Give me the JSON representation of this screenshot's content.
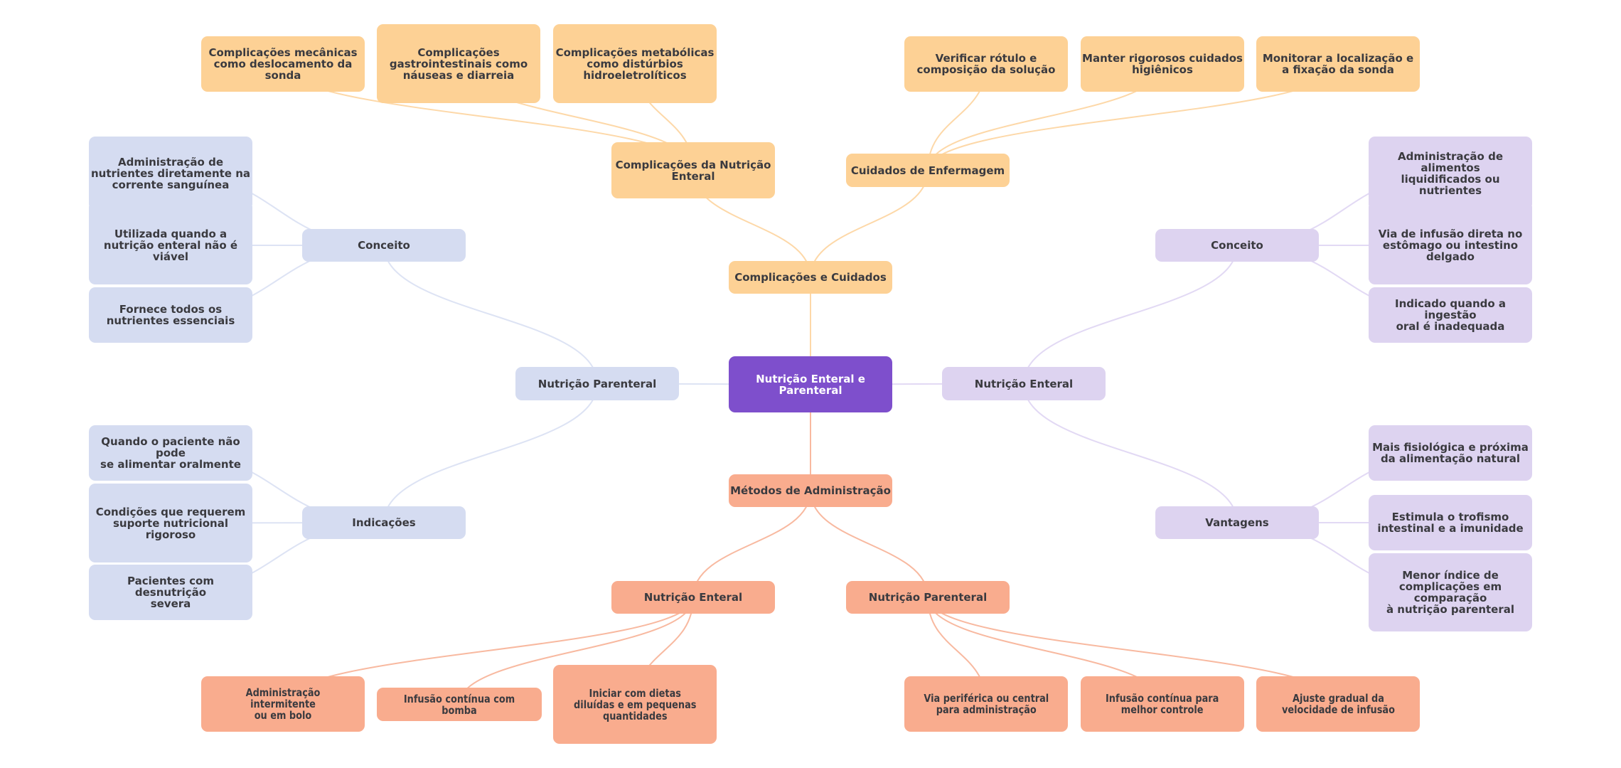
{
  "diagram": {
    "title": "Nutrição Enteral e Parenteral",
    "colors": {
      "root": "#7e4fcc",
      "complications_branch": "#fdd195",
      "parenteral_branch": "#d5dcf1",
      "enteral_branch": "#ddd3f0",
      "methods_branch": "#f9ac8e",
      "edge_orange": "#fdd8a8",
      "edge_blue": "#dde3f4",
      "edge_purple": "#e2d9f4",
      "edge_salmon": "#f8b9a0",
      "text": "#3a3a3f"
    },
    "root": {
      "label": "Nutrição Enteral e\nParenteral"
    },
    "complications": {
      "label": "Complicações e Cuidados",
      "enteral_complications": {
        "label": "Complicações da Nutrição\nEnteral",
        "children": [
          "Complicações mecânicas\ncomo deslocamento da sonda",
          "Complicações\ngastrointestinais como\nnáuseas e diarreia",
          "Complicações metabólicas\ncomo distúrbios\nhidroeletrolíticos"
        ]
      },
      "nursing_care": {
        "label": "Cuidados de Enfermagem",
        "children": [
          "Verificar rótulo e\ncomposição da solução",
          "Manter rigorosos cuidados\nhigiênicos",
          "Monitorar a localização e\na fixação da sonda"
        ]
      }
    },
    "parenteral": {
      "label": "Nutrição Parenteral",
      "concept": {
        "label": "Conceito",
        "children": [
          "Administração de\nnutrientes diretamente na\ncorrente sanguínea",
          "Utilizada quando a\nnutrição enteral não é\nviável",
          "Fornece todos os\nnutrientes essenciais"
        ]
      },
      "indications": {
        "label": "Indicações",
        "children": [
          "Quando o paciente não pode\nse alimentar oralmente",
          "Condições que requerem\nsuporte nutricional\nrigoroso",
          "Pacientes com desnutrição\nsevera"
        ]
      }
    },
    "enteral": {
      "label": "Nutrição Enteral",
      "concept": {
        "label": "Conceito",
        "children": [
          "Administração de alimentos\nliquidificados ou\nnutrientes",
          "Via de infusão direta no\nestômago ou intestino\ndelgado",
          "Indicado quando a ingestão\noral é inadequada"
        ]
      },
      "advantages": {
        "label": "Vantagens",
        "children": [
          "Mais fisiológica e próxima\nda alimentação natural",
          "Estimula o trofismo\nintestinal e a imunidade",
          "Menor índice de\ncomplicações em comparação\nà nutrição parenteral"
        ]
      }
    },
    "methods": {
      "label": "Métodos de Administração",
      "enteral": {
        "label": "Nutrição Enteral",
        "children": [
          "Administração intermitente\nou em bolo",
          "Infusão contínua com bomba",
          "Iniciar com dietas\ndiluídas e em pequenas\nquantidades"
        ]
      },
      "parenteral": {
        "label": "Nutrição Parenteral",
        "children": [
          "Via periférica ou central\npara administração",
          "Infusão contínua para\nmelhor controle",
          "Ajuste gradual da\nvelocidade de infusão"
        ]
      }
    }
  }
}
